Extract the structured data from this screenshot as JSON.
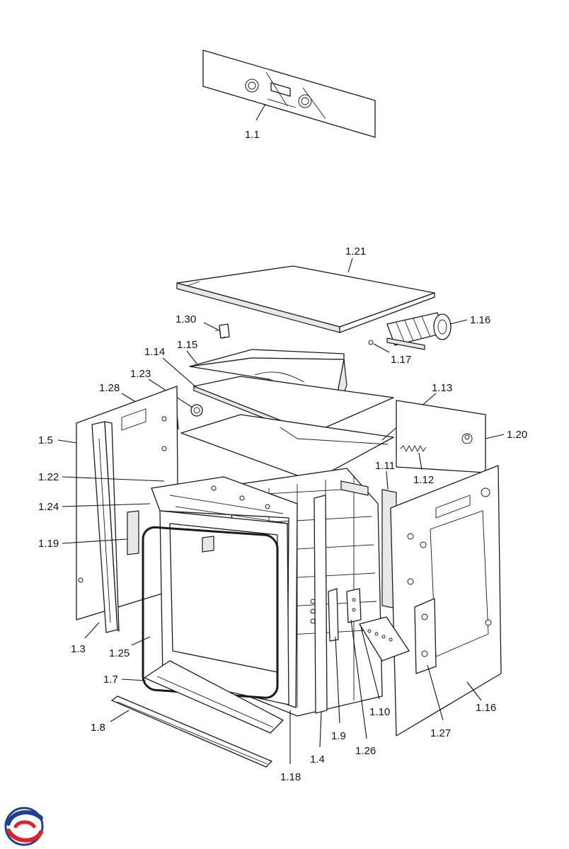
{
  "callouts": {
    "c1_1": "1.1",
    "c1_21": "1.21",
    "c1_30": "1.30",
    "c1_16_fan": "1.16",
    "c1_15": "1.15",
    "c1_17": "1.17",
    "c1_14": "1.14",
    "c1_13": "1.13",
    "c1_23": "1.23",
    "c1_28": "1.28",
    "c1_5": "1.5",
    "c1_20": "1.20",
    "c1_11": "1.11",
    "c1_12": "1.12",
    "c1_22": "1.22",
    "c1_24": "1.24",
    "c1_19": "1.19",
    "c1_3": "1.3",
    "c1_25": "1.25",
    "c1_7": "1.7",
    "c1_8": "1.8",
    "c1_16_side": "1.16",
    "c1_10": "1.10",
    "c1_27": "1.27",
    "c1_9": "1.9",
    "c1_26": "1.26",
    "c1_4": "1.4",
    "c1_18": "1.18"
  },
  "logo": {
    "icon": "company-logo-icon",
    "colors": [
      "#d9232e",
      "#1f3f8f"
    ]
  }
}
